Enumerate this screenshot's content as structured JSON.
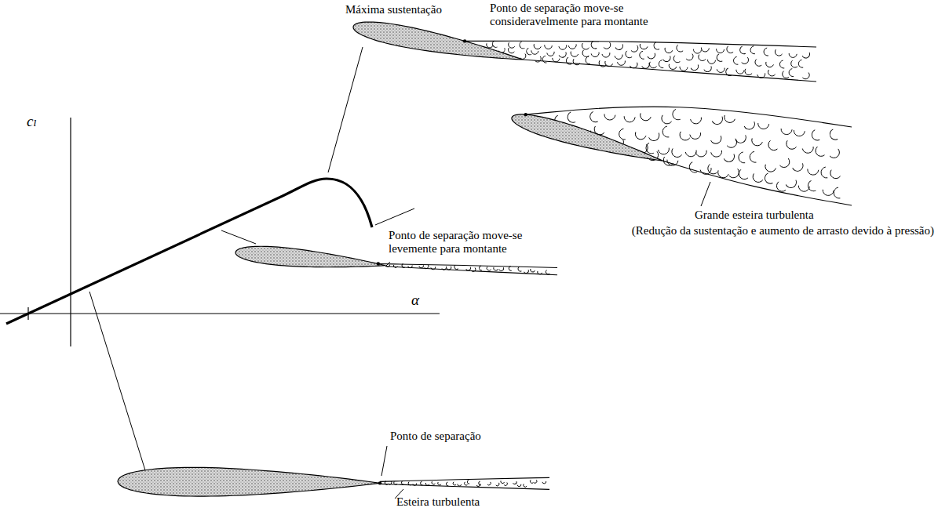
{
  "diagram": {
    "labels": [
      "Máxima sustentação",
      "Ponto de separação move-se consideravelmente para montante",
      "Grande esteira turbulenta",
      "(Redução da sustentação e aumento de arrasto devido à pressão)",
      "Ponto de separação move-se levemente para montante",
      "Ponto de separação",
      "Esteira turbulenta",
      "cₗ",
      "α"
    ]
  }
}
